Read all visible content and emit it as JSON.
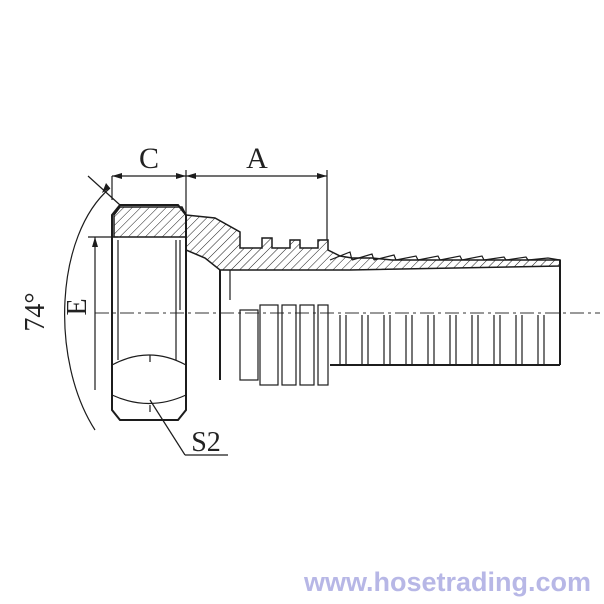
{
  "labels": {
    "dim_c": "C",
    "dim_a": "A",
    "dim_e": "E",
    "angle": "74°",
    "hex": "S2"
  },
  "watermark": {
    "text": "www.hosetrading.com",
    "color": "#b7b7e6"
  }
}
